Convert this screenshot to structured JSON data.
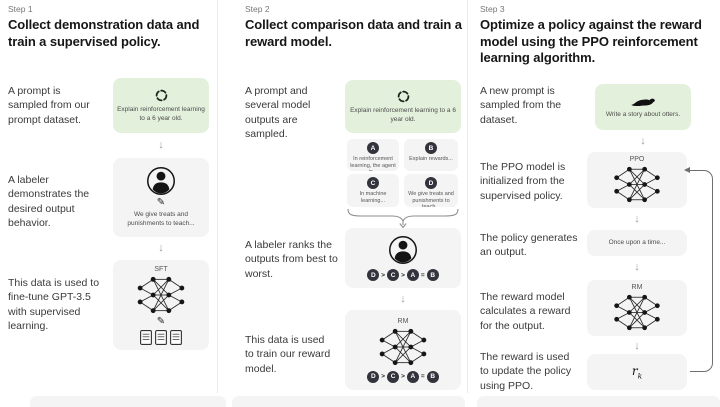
{
  "colors": {
    "background": "#ffffff",
    "green_box": "#e3f1dc",
    "gray_box": "#f4f4f4",
    "chip": "#32333c",
    "divider": "#ebebeb",
    "arrow": "#9a9a9e"
  },
  "icons": {
    "arrow_down": "↓",
    "pencil": "✎"
  },
  "steps": [
    {
      "label": "Step 1",
      "title": "Collect demonstration data and train a supervised policy.",
      "captions": [
        "A prompt is sampled from our prompt dataset.",
        "A labeler demonstrates the desired output behavior.",
        "This data is used to fine-tune GPT-3.5 with supervised learning."
      ],
      "prompt_text": "Explain reinforcement learning to a 6 year old.",
      "labeler_note": "We give treats and punishments to teach...",
      "model_label": "SFT"
    },
    {
      "label": "Step 2",
      "title": "Collect comparison data and train a reward model.",
      "captions": [
        "A prompt and several model outputs are sampled.",
        "A labeler ranks the outputs from best to worst.",
        "This data is used to train our reward model."
      ],
      "prompt_text": "Explain reinforcement learning to a 6 year old.",
      "outputs": [
        {
          "id": "A",
          "text": "In reinforcement learning, the agent is..."
        },
        {
          "id": "B",
          "text": "Explain rewards..."
        },
        {
          "id": "C",
          "text": "In machine learning..."
        },
        {
          "id": "D",
          "text": "We give treats and punishments to teach..."
        }
      ],
      "ranking": {
        "order": [
          "D",
          "C",
          "A",
          "B"
        ],
        "separators": [
          ">",
          ">",
          "="
        ]
      },
      "model_label": "RM"
    },
    {
      "label": "Step 3",
      "title": "Optimize a policy against the reward model using the PPO reinforcement learning algorithm.",
      "captions": [
        "A new prompt is sampled from the dataset.",
        "The PPO model is initialized from the supervised policy.",
        "The policy generates an output.",
        "The reward model calculates a reward for the output.",
        "The reward is used to update the policy using PPO."
      ],
      "prompt_text": "Write a story about otters.",
      "ppo_label": "PPO",
      "rm_label": "RM",
      "output_text": "Once upon a time...",
      "reward": {
        "symbol": "r",
        "subscript": "k"
      }
    }
  ]
}
